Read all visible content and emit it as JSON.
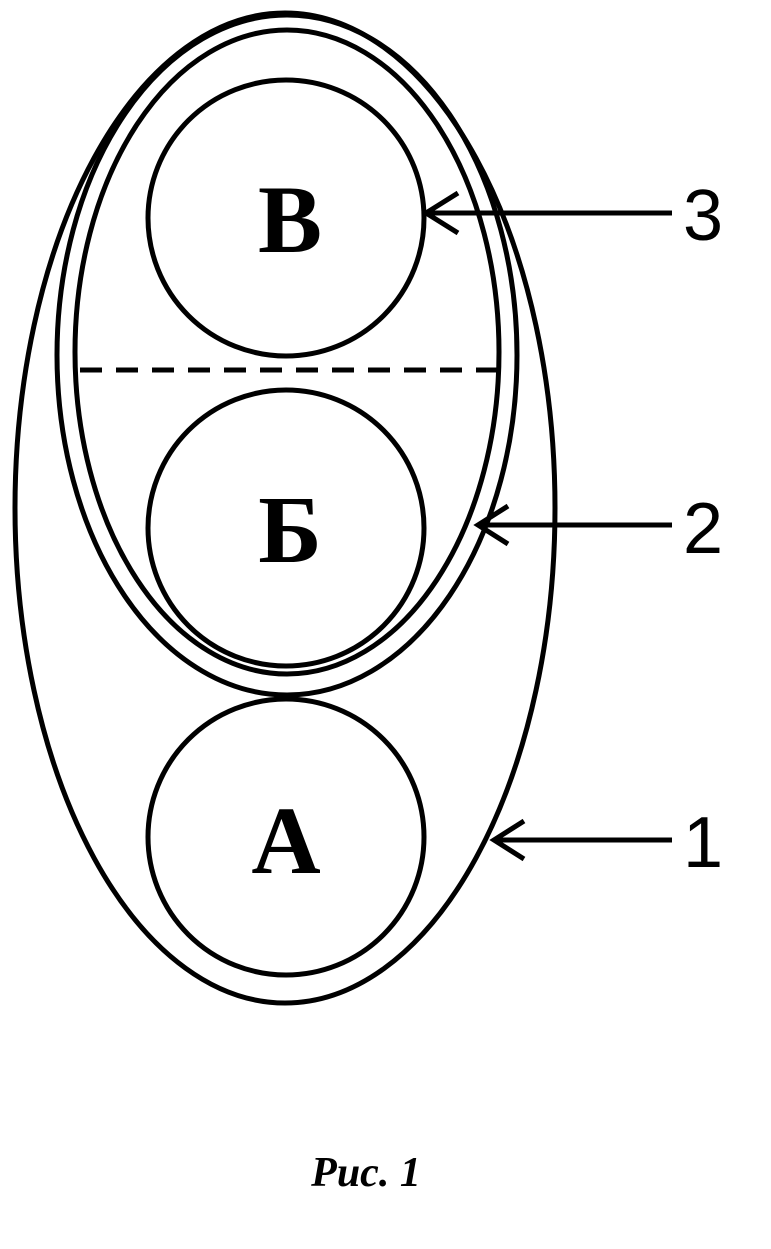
{
  "circles": {
    "top_label": "В",
    "middle_label": "Б",
    "bottom_label": "А"
  },
  "pointers": {
    "top_number": "3",
    "middle_number": "2",
    "bottom_number": "1"
  },
  "caption": "Рис. 1"
}
